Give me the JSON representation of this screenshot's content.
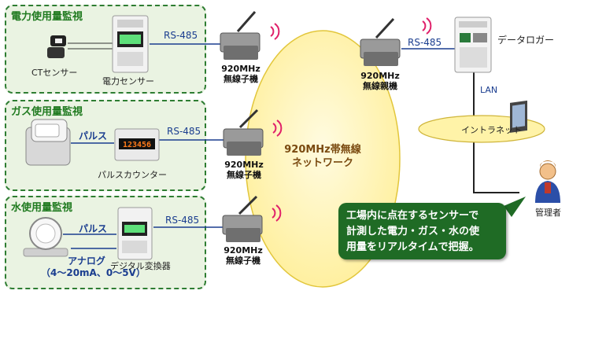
{
  "panels": {
    "power": {
      "title": "電力使用量監視",
      "ct_label": "CTセンサー",
      "sensor_label": "電力センサー",
      "rs": "RS-485"
    },
    "gas": {
      "title": "ガス使用量監視",
      "pulse": "パルス",
      "counter_label": "パルスカウンター",
      "rs": "RS-485"
    },
    "water": {
      "title": "水使用量監視",
      "pulse": "パルス",
      "analog_line1": "アナログ",
      "analog_line2": "（4～20mA、0～5V）",
      "converter_label": "デジタル変換器",
      "rs": "RS-485"
    }
  },
  "wireless": {
    "child_1": {
      "line1": "920MHz",
      "line2": "無線子機"
    },
    "child_2": {
      "line1": "920MHz",
      "line2": "無線子機"
    },
    "child_3": {
      "line1": "920MHz",
      "line2": "無線子機"
    },
    "parent": {
      "line1": "920MHz",
      "line2": "無線親機"
    },
    "parent_rs": "RS-485"
  },
  "network": {
    "line1": "920MHz帯無線",
    "line2": "ネットワーク"
  },
  "logger": {
    "label": "データロガー",
    "lan": "LAN"
  },
  "intranet": {
    "label": "イントラネット"
  },
  "admin": {
    "label": "管理者"
  },
  "callout": {
    "line1": "工場内に点在するセンサーで",
    "line2": "計測した電力・ガス・水の使",
    "line3": "用量をリアルタイムで把握。"
  },
  "counter_display": "123456",
  "colors": {
    "panel_border": "#2e7d32",
    "panel_fill": "#eaf3e2",
    "line": "#1a3d8f",
    "cloud": "#fff6b8",
    "callout": "#1f6b25",
    "signal": "#e0206a"
  }
}
